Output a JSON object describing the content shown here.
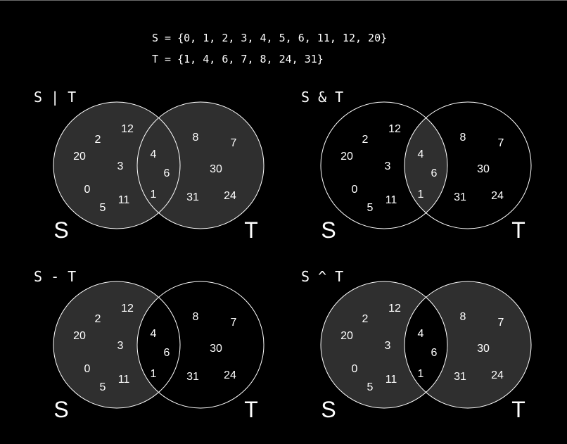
{
  "definitions": {
    "s_line": "S = {0, 1, 2, 3, 4, 5, 6, 11, 12, 20}",
    "t_line": "T = {1, 4, 6, 7, 8, 24, 31}"
  },
  "colors": {
    "background": "#000000",
    "shaded": "#2f2f2f",
    "stroke": "#ffffff",
    "text": "#ffffff"
  },
  "set_labels": {
    "s": "S",
    "t": "T"
  },
  "numbers": {
    "s_only": [
      "12",
      "2",
      "20",
      "3",
      "0",
      "5",
      "11"
    ],
    "both": [
      "4",
      "6",
      "1"
    ],
    "t_only": [
      "8",
      "7",
      "30",
      "31",
      "24"
    ]
  },
  "diagrams": [
    {
      "title": "S | T",
      "shade": "union"
    },
    {
      "title": "S & T",
      "shade": "intersection"
    },
    {
      "title": "S - T",
      "shade": "difference"
    },
    {
      "title": "S ^ T",
      "shade": "symmetric-difference"
    }
  ]
}
